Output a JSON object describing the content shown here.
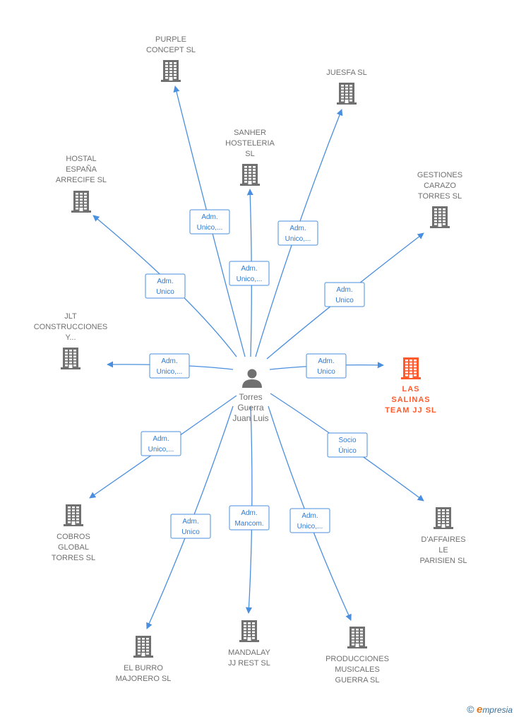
{
  "center": {
    "name_lines": [
      "Torres",
      "Guerra",
      "Juan Luis"
    ],
    "icon": "person-icon"
  },
  "companies": [
    {
      "id": "purple",
      "lines": [
        "PURPLE",
        "CONCEPT SL"
      ],
      "highlight": false,
      "icon": "building-icon"
    },
    {
      "id": "juesfa",
      "lines": [
        "JUESFA SL"
      ],
      "highlight": false,
      "icon": "building-icon"
    },
    {
      "id": "sanher",
      "lines": [
        "SANHER",
        "HOSTELERIA",
        "SL"
      ],
      "highlight": false,
      "icon": "building-icon"
    },
    {
      "id": "hostal",
      "lines": [
        "HOSTAL",
        "ESPAÑA",
        "ARRECIFE  SL"
      ],
      "highlight": false,
      "icon": "building-icon"
    },
    {
      "id": "gestiones",
      "lines": [
        "GESTIONES",
        "CARAZO",
        "TORRES  SL"
      ],
      "highlight": false,
      "icon": "building-icon"
    },
    {
      "id": "jlt",
      "lines": [
        "JLT",
        "CONSTRUCCIONES",
        "Y..."
      ],
      "highlight": false,
      "icon": "building-icon"
    },
    {
      "id": "salinas",
      "lines": [
        "LAS",
        "SALINAS",
        "TEAM JJ  SL"
      ],
      "highlight": true,
      "icon": "building-icon"
    },
    {
      "id": "cobros",
      "lines": [
        "COBROS",
        "GLOBAL",
        "TORRES  SL"
      ],
      "highlight": false,
      "icon": "building-icon"
    },
    {
      "id": "daffaires",
      "lines": [
        "D'AFFAIRES",
        "LE",
        "PARISIEN SL"
      ],
      "highlight": false,
      "icon": "building-icon"
    },
    {
      "id": "burro",
      "lines": [
        "EL BURRO",
        "MAJORERO SL"
      ],
      "highlight": false,
      "icon": "building-icon"
    },
    {
      "id": "mandalay",
      "lines": [
        "MANDALAY",
        "JJ REST  SL"
      ],
      "highlight": false,
      "icon": "building-icon"
    },
    {
      "id": "producciones",
      "lines": [
        "PRODUCCIONES",
        "MUSICALES",
        "GUERRA  SL"
      ],
      "highlight": false,
      "icon": "building-icon"
    }
  ],
  "edges": [
    {
      "to": "purple",
      "lines": [
        "Adm.",
        "Unico,..."
      ]
    },
    {
      "to": "juesfa",
      "lines": [
        "Adm.",
        "Unico,..."
      ]
    },
    {
      "to": "sanher",
      "lines": [
        "Adm.",
        "Unico,..."
      ]
    },
    {
      "to": "hostal",
      "lines": [
        "Adm.",
        "Unico"
      ]
    },
    {
      "to": "gestiones",
      "lines": [
        "Adm.",
        "Unico"
      ]
    },
    {
      "to": "jlt",
      "lines": [
        "Adm.",
        "Unico,..."
      ]
    },
    {
      "to": "salinas",
      "lines": [
        "Adm.",
        "Unico"
      ]
    },
    {
      "to": "cobros",
      "lines": [
        "Adm.",
        "Unico,..."
      ]
    },
    {
      "to": "daffaires",
      "lines": [
        "Socio",
        "Único"
      ]
    },
    {
      "to": "burro",
      "lines": [
        "Adm.",
        "Unico"
      ]
    },
    {
      "to": "mandalay",
      "lines": [
        "Adm.",
        "Mancom."
      ]
    },
    {
      "to": "producciones",
      "lines": [
        "Adm.",
        "Unico,..."
      ]
    }
  ],
  "colors": {
    "edge": "#4a8fdf",
    "node": "#707070",
    "highlight": "#ff5a2b"
  },
  "footer": {
    "copyright": "©",
    "brand_e": "e",
    "brand": "mpresia"
  }
}
